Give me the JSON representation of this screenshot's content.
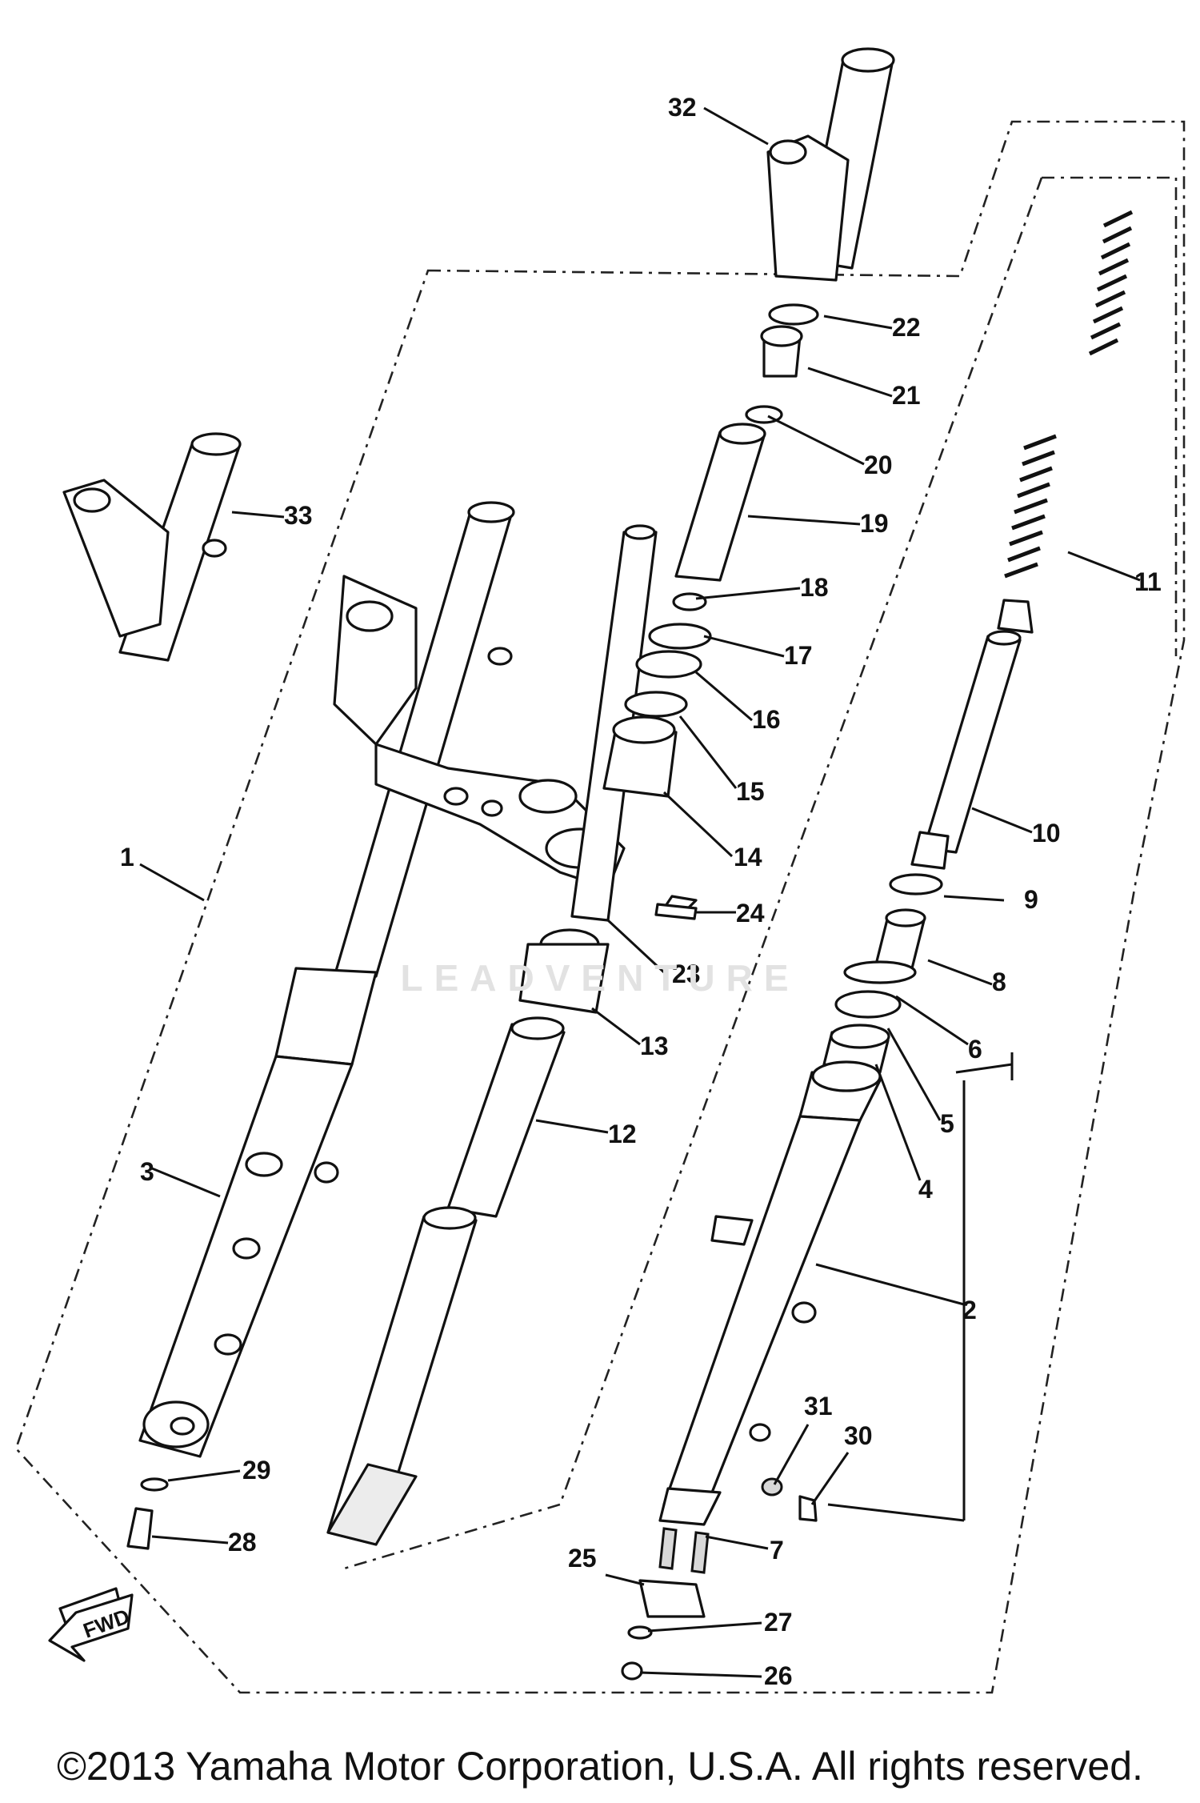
{
  "watermark": "LEADVENTURE",
  "copyright": "©2013 Yamaha Motor Corporation, U.S.A. All rights reserved.",
  "fwd_label": "FWD",
  "callouts": {
    "c1": "1",
    "c2": "2",
    "c3": "3",
    "c4": "4",
    "c5": "5",
    "c6": "6",
    "c7": "7",
    "c8": "8",
    "c9": "9",
    "c10": "10",
    "c11": "11",
    "c12": "12",
    "c13": "13",
    "c14": "14",
    "c15": "15",
    "c16": "16",
    "c17": "17",
    "c18": "18",
    "c19": "19",
    "c20": "20",
    "c21": "21",
    "c22": "22",
    "c23": "23",
    "c24": "24",
    "c25": "25",
    "c26": "26",
    "c27": "27",
    "c28": "28",
    "c29": "29",
    "c30": "30",
    "c31": "31",
    "c32": "32",
    "c33": "33"
  }
}
